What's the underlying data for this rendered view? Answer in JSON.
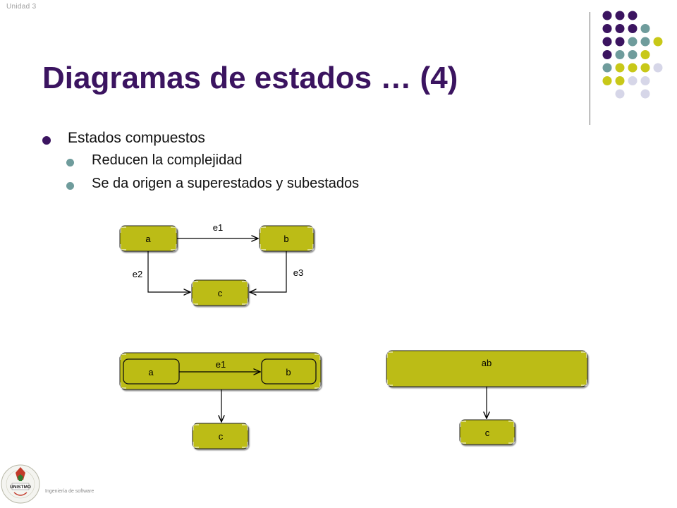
{
  "slide": {
    "header_label": "Unidad 3",
    "title": "Diagramas de estados … (4)",
    "bullets": [
      {
        "text": "Estados compuestos",
        "sub": [
          "Reducen la complejidad",
          "Se da origen a superestados y subestados"
        ]
      }
    ],
    "footer": "Ingeniería de software"
  },
  "diagram_top": {
    "states": {
      "a": "a",
      "b": "b",
      "c": "c"
    },
    "transitions": {
      "a_b": "e1",
      "a_c": "e2",
      "b_c": "e3"
    }
  },
  "diagram_bottom_left": {
    "superstate_states": {
      "a": "a",
      "b": "b"
    },
    "transition_label": "e1",
    "target_state": "c"
  },
  "diagram_bottom_right": {
    "superstate": "ab",
    "target_state": "c"
  },
  "logo": {
    "name": "UNISTMO"
  },
  "colors": {
    "title": "#3b1460",
    "state_fill": "#bcbc14",
    "accent_teal": "#6f9c9c",
    "accent_lavender": "#d6d6e8",
    "accent_yellow": "#c8c818"
  }
}
